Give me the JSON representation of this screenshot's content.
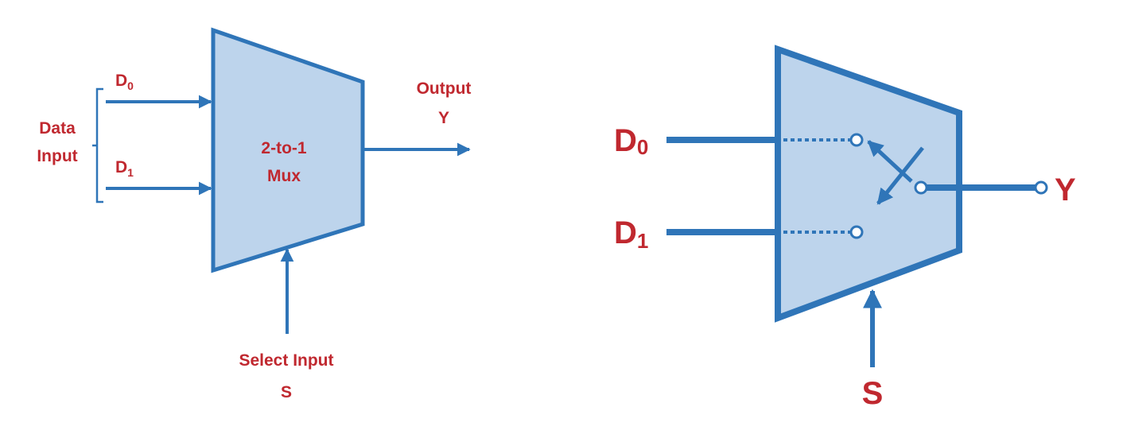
{
  "colors": {
    "line": "#2f75b8",
    "fill": "#bdd4ec",
    "label": "#c0282f",
    "background": "#ffffff"
  },
  "left_diagram": {
    "d0_letter": "D",
    "d0_sub": "0",
    "d1_letter": "D",
    "d1_sub": "1",
    "data_input_line1": "Data",
    "data_input_line2": "Input",
    "mux_line1": "2-to-1",
    "mux_line2": "Mux",
    "output_line1": "Output",
    "output_line2": "Y",
    "select_line1": "Select Input",
    "select_line2": "S"
  },
  "right_diagram": {
    "d0_letter": "D",
    "d0_sub": "0",
    "d1_letter": "D",
    "d1_sub": "1",
    "output_label": "Y",
    "select_label": "S"
  }
}
